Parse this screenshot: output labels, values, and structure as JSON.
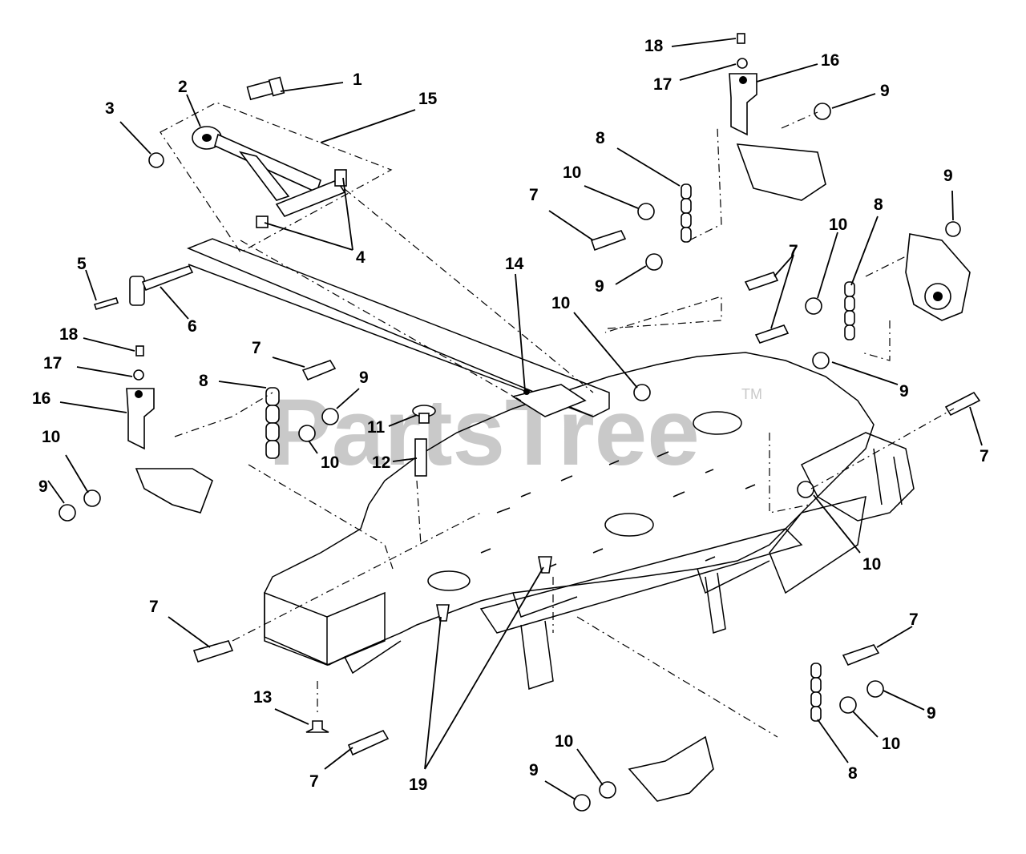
{
  "watermark": {
    "text": "PartsTree",
    "tm": "TM",
    "color": "#c9c9c9"
  },
  "callouts": [
    {
      "label": "1"
    },
    {
      "label": "2"
    },
    {
      "label": "3"
    },
    {
      "label": "15"
    },
    {
      "label": "4"
    },
    {
      "label": "5"
    },
    {
      "label": "6"
    },
    {
      "label": "18"
    },
    {
      "label": "17"
    },
    {
      "label": "16"
    },
    {
      "label": "9"
    },
    {
      "label": "8"
    },
    {
      "label": "10"
    },
    {
      "label": "7"
    },
    {
      "label": "9"
    },
    {
      "label": "14"
    },
    {
      "label": "9"
    },
    {
      "label": "10"
    },
    {
      "label": "7"
    },
    {
      "label": "10"
    },
    {
      "label": "8"
    },
    {
      "label": "9"
    },
    {
      "label": "9"
    },
    {
      "label": "7"
    },
    {
      "label": "18"
    },
    {
      "label": "17"
    },
    {
      "label": "16"
    },
    {
      "label": "10"
    },
    {
      "label": "9"
    },
    {
      "label": "7"
    },
    {
      "label": "8"
    },
    {
      "label": "9"
    },
    {
      "label": "10"
    },
    {
      "label": "11"
    },
    {
      "label": "12"
    },
    {
      "label": "10"
    },
    {
      "label": "7"
    },
    {
      "label": "13"
    },
    {
      "label": "7"
    },
    {
      "label": "19"
    },
    {
      "label": "9"
    },
    {
      "label": "10"
    },
    {
      "label": "10"
    },
    {
      "label": "9"
    },
    {
      "label": "8"
    },
    {
      "label": "7"
    }
  ]
}
